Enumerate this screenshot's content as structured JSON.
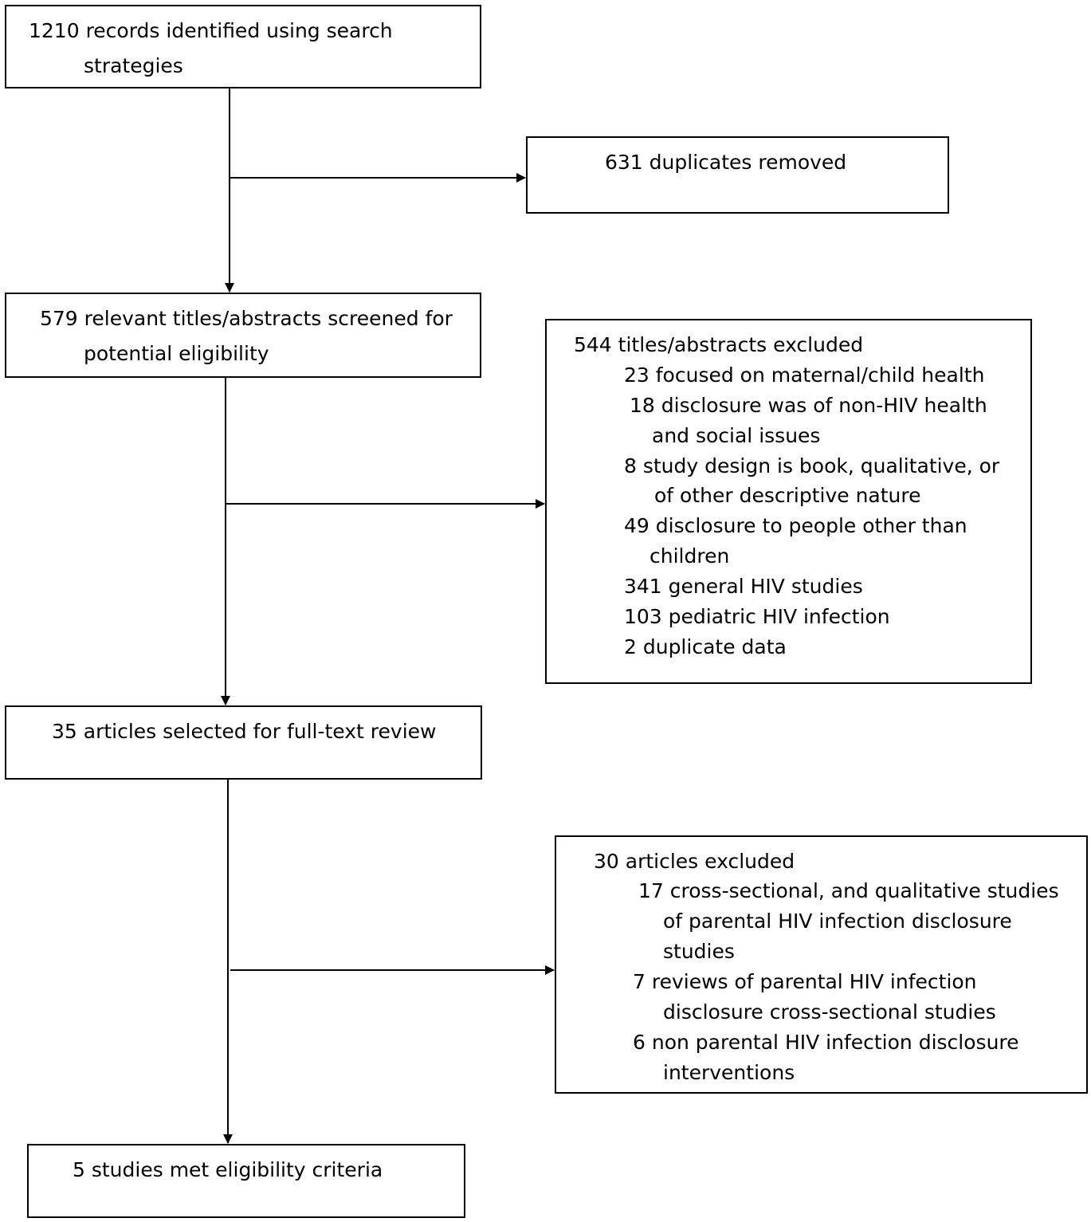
{
  "identified": {
    "line1": "1210 records identified using search",
    "line2": "strategies"
  },
  "duplicates": {
    "text": "631 duplicates removed"
  },
  "screened": {
    "line1": "579 relevant titles/abstracts screened for",
    "line2": "potential eligibility"
  },
  "excluded_abstracts": {
    "header": "544 titles/abstracts excluded",
    "lines": [
      "23 focused on maternal/child health",
      "18 disclosure was of non-HIV health",
      "and social issues",
      "8 study design is book, qualitative, or",
      "of other descriptive nature",
      "49 disclosure to people other than",
      "children",
      "341 general HIV studies",
      "103 pediatric HIV infection",
      "2 duplicate data"
    ]
  },
  "fulltext": {
    "text": "35 articles selected for full-text review"
  },
  "excluded_articles": {
    "header": "30 articles excluded",
    "lines": [
      "17 cross-sectional, and qualitative studies",
      "of parental HIV infection disclosure",
      "studies",
      "7 reviews of parental HIV infection",
      "disclosure cross-sectional studies",
      "6 non parental HIV infection disclosure",
      "interventions"
    ]
  },
  "eligible": {
    "text": "5 studies met eligibility criteria"
  }
}
